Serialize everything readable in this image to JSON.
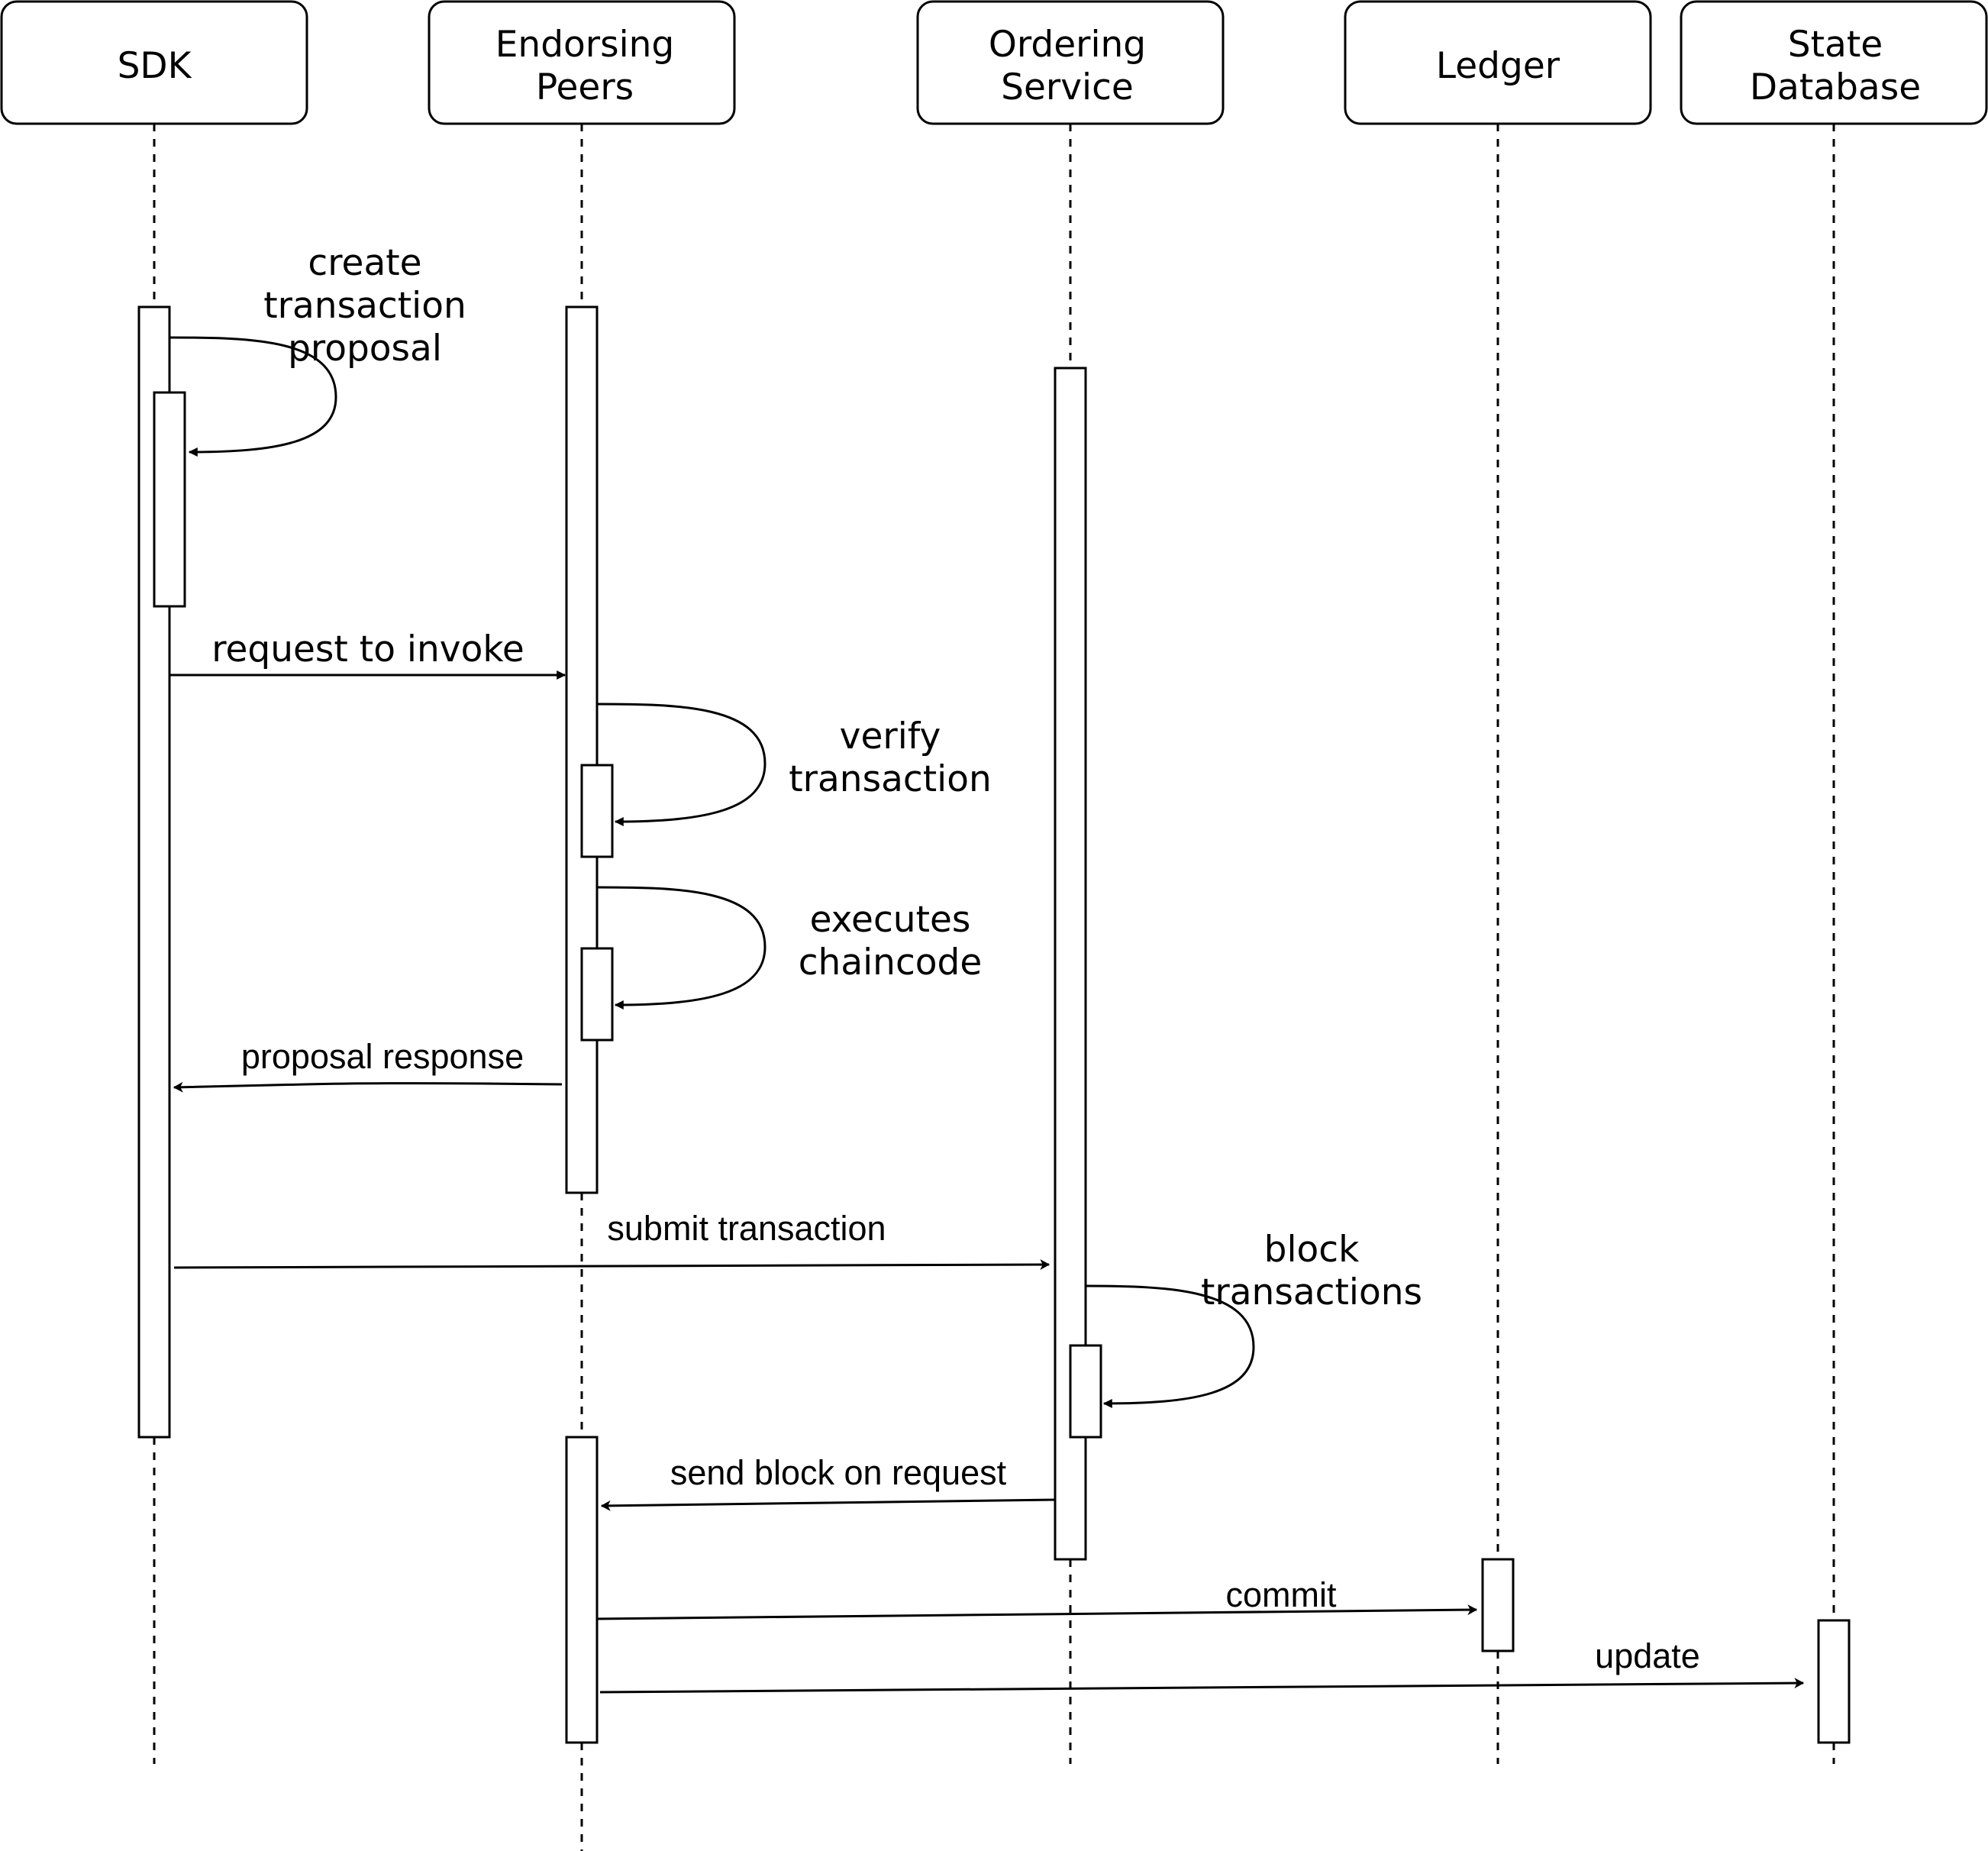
{
  "participants": {
    "sdk": [
      "SDK"
    ],
    "endorsing_peers": [
      "Endorsing",
      "Peers"
    ],
    "ordering_service": [
      "Ordering",
      "Service"
    ],
    "ledger": [
      "Ledger"
    ],
    "state_database": [
      "State",
      "Database"
    ]
  },
  "messages": {
    "create_proposal": [
      "create",
      "transaction",
      "proposal"
    ],
    "request_to_invoke": "request to invoke",
    "verify_transaction": [
      "verify",
      "transaction"
    ],
    "executes_chaincode": [
      "executes",
      "chaincode"
    ],
    "proposal_response": "proposal response",
    "submit_transaction": "submit transaction",
    "block_transactions": [
      "block",
      "transactions"
    ],
    "send_block": "send block on request",
    "commit": "commit",
    "update": "update"
  },
  "colors": {
    "stroke": "#000000",
    "background": "#ffffff"
  }
}
